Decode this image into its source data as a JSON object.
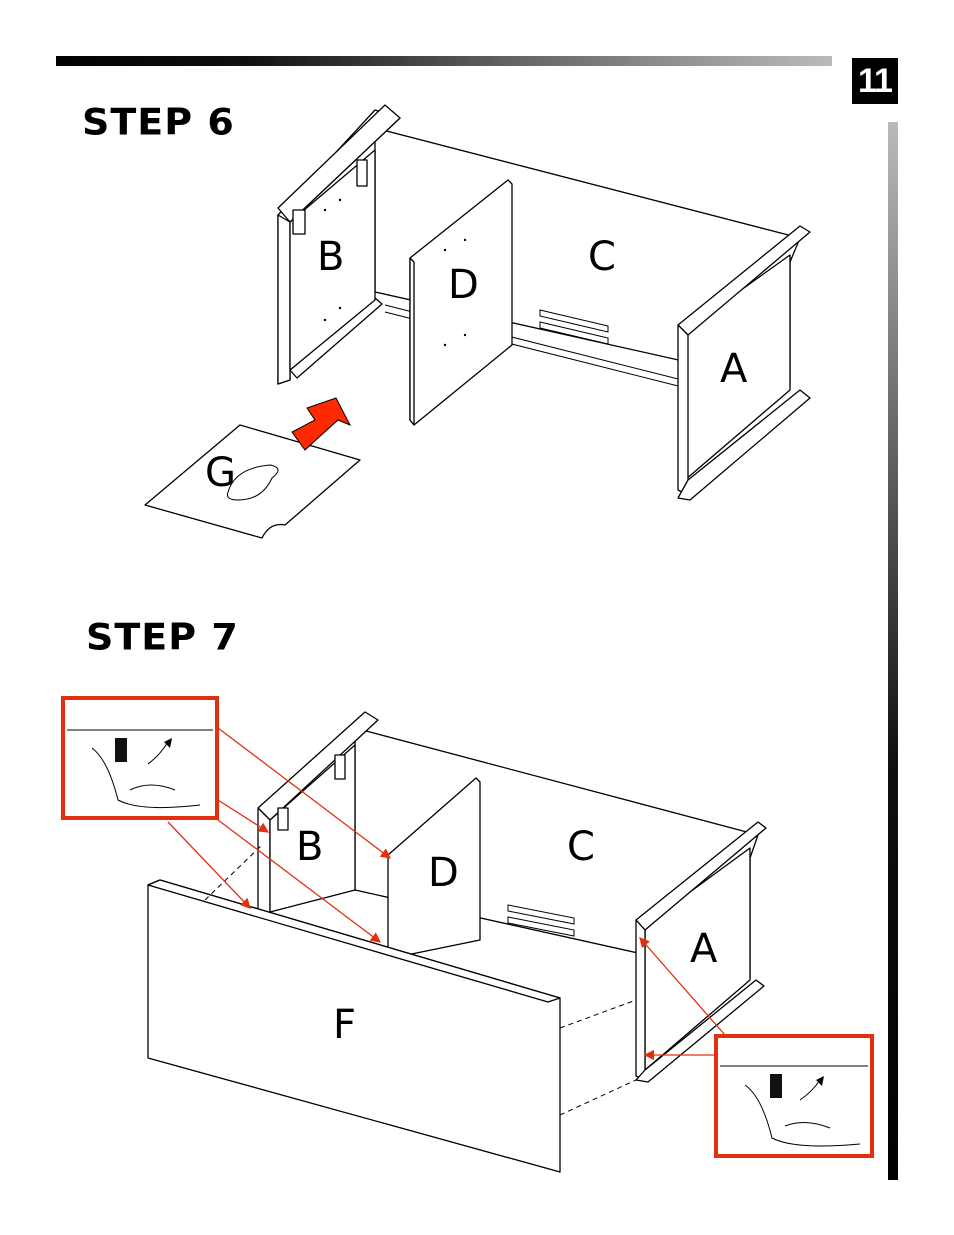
{
  "page": {
    "number": "11"
  },
  "step6": {
    "title": "STEP 6",
    "labels": {
      "a": "A",
      "b": "B",
      "c": "C",
      "d": "D",
      "g": "G"
    }
  },
  "step7": {
    "title": "STEP 7",
    "labels": {
      "a": "A",
      "b": "B",
      "c": "C",
      "d": "D",
      "f": "F"
    }
  },
  "colors": {
    "callout_border": "#e03010",
    "arrow_fill": "#ff2a00",
    "bar": "#000000"
  }
}
